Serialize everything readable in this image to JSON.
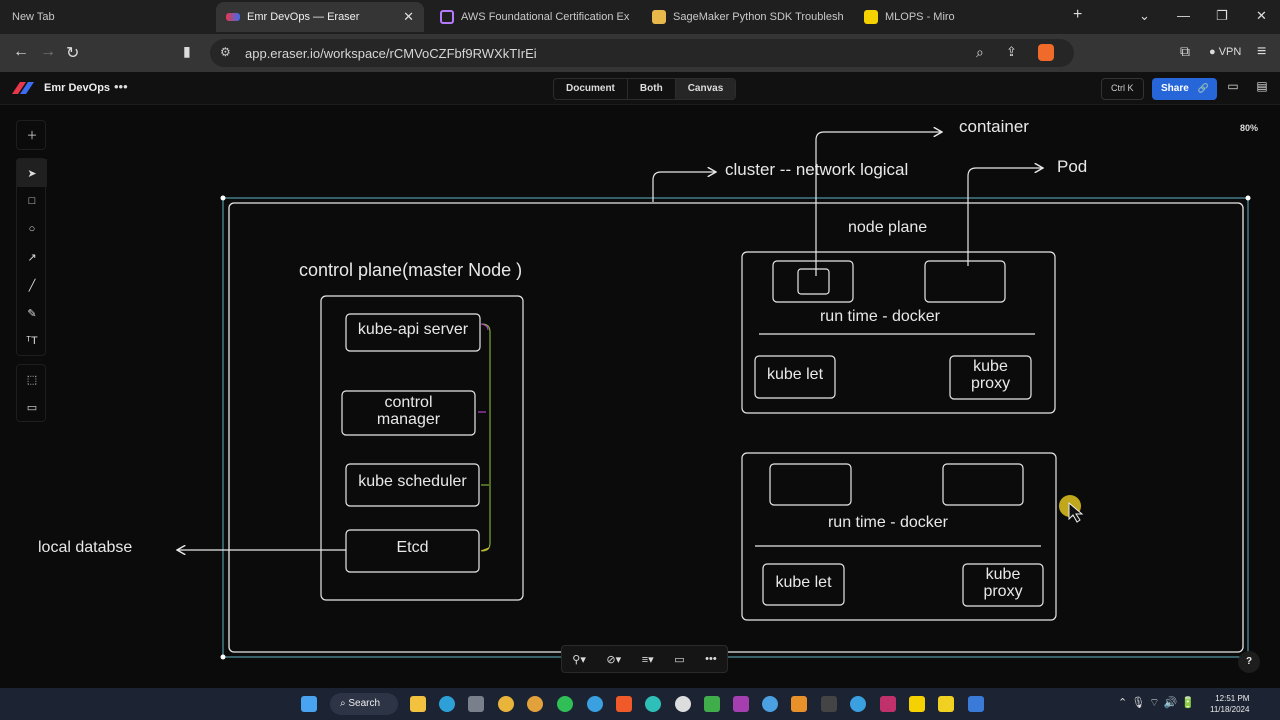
{
  "browser": {
    "tabs": [
      {
        "label": "New Tab",
        "active": false
      },
      {
        "label": "Emr DevOps — Eraser",
        "active": true
      },
      {
        "label": "AWS Foundational Certification Ex",
        "active": false
      },
      {
        "label": "SageMaker Python SDK Troublesh",
        "active": false
      },
      {
        "label": "MLOPS - Miro",
        "active": false
      }
    ],
    "new_tab_icon": "plus-icon",
    "url": "app.eraser.io/workspace/rCMVoCZFbf9RWXkTIrEi",
    "vpn_label": "VPN"
  },
  "app": {
    "doc_name": "Emr DevOps",
    "view_modes": [
      "Document",
      "Both",
      "Canvas"
    ],
    "active_view": "Canvas",
    "shortcut_label": "Ctrl K",
    "share_label": "Share",
    "zoom": "80%",
    "accent_color": "#2666d9"
  },
  "diagram": {
    "cluster_label": "cluster -- network logical",
    "container_label": "container",
    "pod_label": "Pod",
    "node_plane_label": "node plane",
    "control_plane_title": "control plane(master Node )",
    "control_components": [
      "kube-api server",
      "control\nmanager",
      "kube scheduler",
      "Etcd"
    ],
    "local_db_label": "local databse",
    "nodes": [
      {
        "runtime": "run time - docker",
        "kubelet": "kube let",
        "proxy": "kube\nproxy"
      },
      {
        "runtime": "run time - docker",
        "kubelet": "kube let",
        "proxy": "kube\nproxy"
      }
    ]
  },
  "taskbar": {
    "search_label": "Search",
    "time": "12:51 PM",
    "date": "11/18/2024"
  }
}
